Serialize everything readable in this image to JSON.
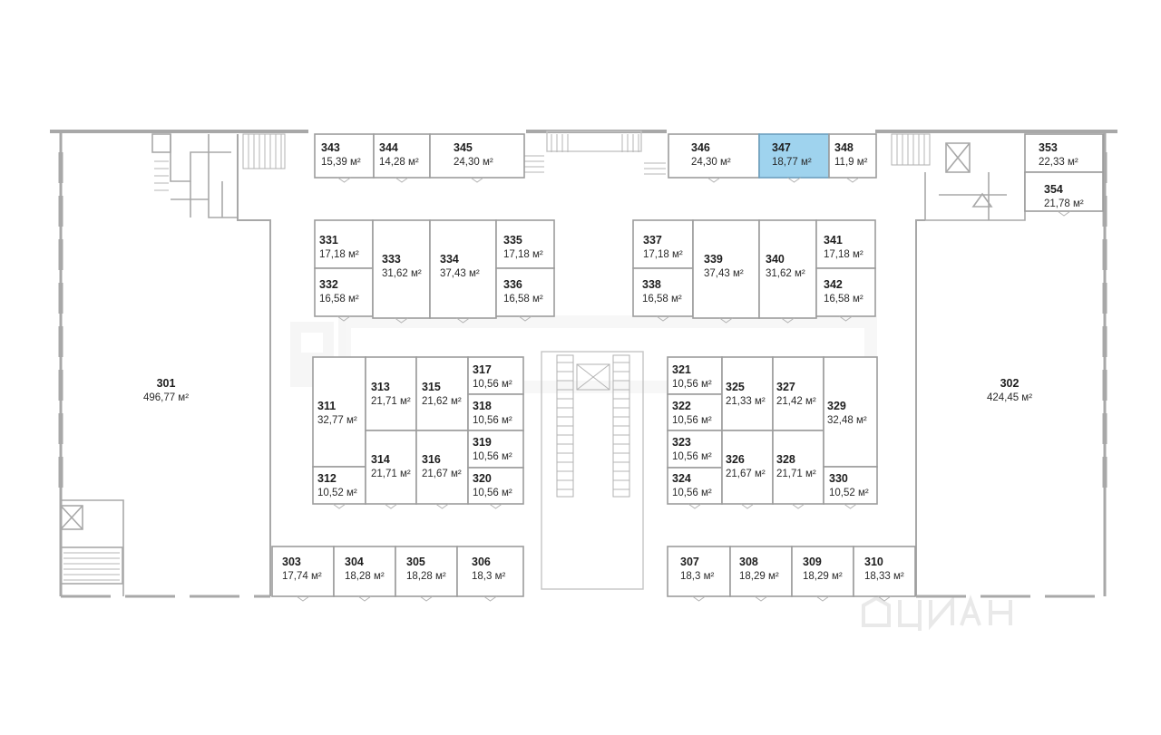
{
  "plan": {
    "selected_room": "347",
    "highlight_color": "#9fd3ee",
    "wall_color": "#a8a8a8",
    "text_color": "#1e1e1e",
    "unit": "м²",
    "rooms": [
      {
        "id": "301",
        "area": "496,77 м²"
      },
      {
        "id": "302",
        "area": "424,45 м²"
      },
      {
        "id": "303",
        "area": "17,74 м²"
      },
      {
        "id": "304",
        "area": "18,28 м²"
      },
      {
        "id": "305",
        "area": "18,28 м²"
      },
      {
        "id": "306",
        "area": "18,3 м²"
      },
      {
        "id": "307",
        "area": "18,3 м²"
      },
      {
        "id": "308",
        "area": "18,29 м²"
      },
      {
        "id": "309",
        "area": "18,29 м²"
      },
      {
        "id": "310",
        "area": "18,33 м²"
      },
      {
        "id": "311",
        "area": "32,77 м²"
      },
      {
        "id": "312",
        "area": "10,52 м²"
      },
      {
        "id": "313",
        "area": "21,71 м²"
      },
      {
        "id": "314",
        "area": "21,71 м²"
      },
      {
        "id": "315",
        "area": "21,62 м²"
      },
      {
        "id": "316",
        "area": "21,67 м²"
      },
      {
        "id": "317",
        "area": "10,56 м²"
      },
      {
        "id": "318",
        "area": "10,56 м²"
      },
      {
        "id": "319",
        "area": "10,56 м²"
      },
      {
        "id": "320",
        "area": "10,56 м²"
      },
      {
        "id": "321",
        "area": "10,56 м²"
      },
      {
        "id": "322",
        "area": "10,56 м²"
      },
      {
        "id": "323",
        "area": "10,56 м²"
      },
      {
        "id": "324",
        "area": "10,56 м²"
      },
      {
        "id": "325",
        "area": "21,33 м²"
      },
      {
        "id": "326",
        "area": "21,67 м²"
      },
      {
        "id": "327",
        "area": "21,42 м²"
      },
      {
        "id": "328",
        "area": "21,71 м²"
      },
      {
        "id": "329",
        "area": "32,48 м²"
      },
      {
        "id": "330",
        "area": "10,52 м²"
      },
      {
        "id": "331",
        "area": "17,18 м²"
      },
      {
        "id": "332",
        "area": "16,58 м²"
      },
      {
        "id": "333",
        "area": "31,62 м²"
      },
      {
        "id": "334",
        "area": "37,43 м²"
      },
      {
        "id": "335",
        "area": "17,18 м²"
      },
      {
        "id": "336",
        "area": "16,58 м²"
      },
      {
        "id": "337",
        "area": "17,18 м²"
      },
      {
        "id": "338",
        "area": "16,58 м²"
      },
      {
        "id": "339",
        "area": "37,43 м²"
      },
      {
        "id": "340",
        "area": "31,62 м²"
      },
      {
        "id": "341",
        "area": "17,18 м²"
      },
      {
        "id": "342",
        "area": "16,58 м²"
      },
      {
        "id": "343",
        "area": "15,39 м²"
      },
      {
        "id": "344",
        "area": "14,28 м²"
      },
      {
        "id": "345",
        "area": "24,30 м²"
      },
      {
        "id": "346",
        "area": "24,30 м²"
      },
      {
        "id": "347",
        "area": "18,77 м²"
      },
      {
        "id": "348",
        "area": "11,9 м²"
      },
      {
        "id": "353",
        "area": "22,33 м²"
      },
      {
        "id": "354",
        "area": "21,78 м²"
      }
    ]
  },
  "watermarks": {
    "center_logo": "ПРЕЗЕНТ",
    "corner_logo": "ЦИАН"
  }
}
